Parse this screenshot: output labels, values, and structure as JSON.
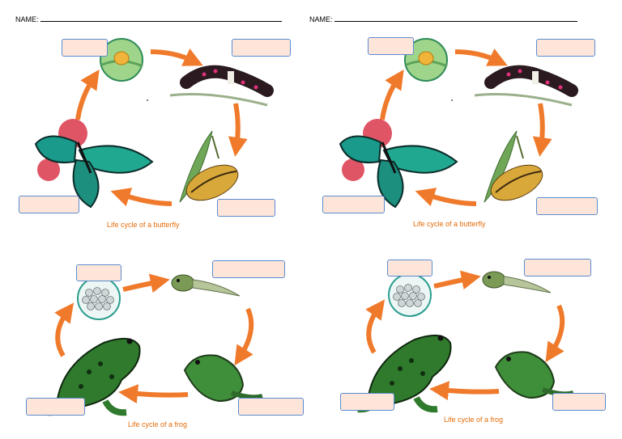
{
  "worksheet": {
    "name_label": "NAME:",
    "captions": {
      "butterfly": "Life cycle of a butterfly",
      "frog": "Life cycle of a frog"
    }
  },
  "colors": {
    "arrow": "#f07a2b",
    "label_fill": "#fde6d9",
    "label_border": "#5b8bd0",
    "caption": "#e46c0a"
  },
  "icons": {
    "butterfly_stages": [
      "egg-on-leaf-icon",
      "caterpillar-icon",
      "chrysalis-icon",
      "butterfly-icon"
    ],
    "frog_stages": [
      "frog-spawn-icon",
      "tadpole-icon",
      "froglet-icon",
      "adult-frog-icon"
    ]
  }
}
